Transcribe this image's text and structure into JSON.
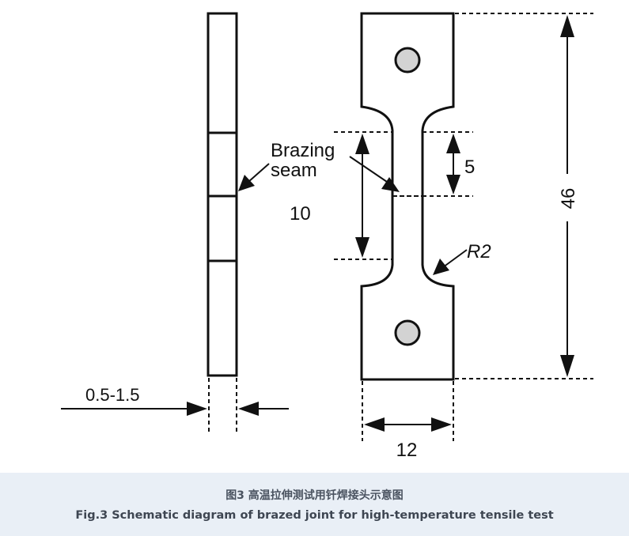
{
  "figure": {
    "labels": {
      "brazing_seam_line1": "Brazing",
      "brazing_seam_line2": "seam",
      "dim_10": "10",
      "dim_5": "5",
      "dim_46": "46",
      "radius": "R2",
      "thickness": "0.5-1.5",
      "width": "12"
    },
    "colors": {
      "line": "#111111",
      "hole_fill": "#d3d3d3",
      "caption_bg": "#e9eff6"
    }
  },
  "caption": {
    "chinese": "图3 高温拉伸测试用钎焊接头示意图",
    "english": "Fig.3 Schematic diagram of brazed joint for high-temperature tensile test"
  }
}
